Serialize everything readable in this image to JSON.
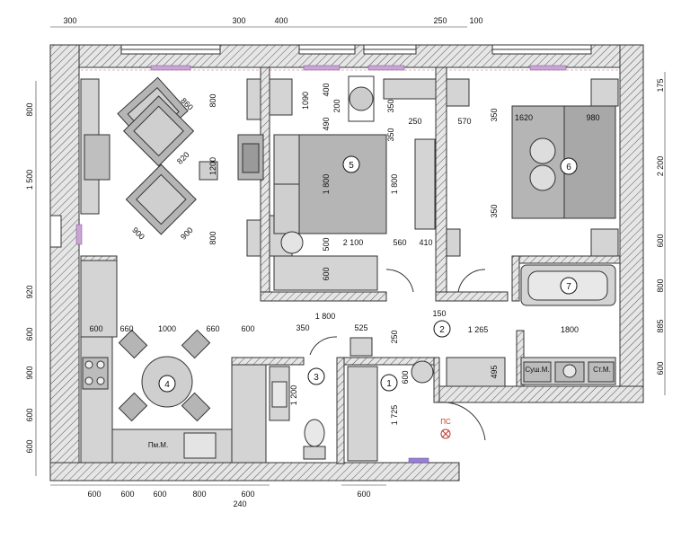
{
  "rooms": [
    {
      "id": "1",
      "label": "1"
    },
    {
      "id": "2",
      "label": "2"
    },
    {
      "id": "3",
      "label": "3"
    },
    {
      "id": "4",
      "label": "4"
    },
    {
      "id": "5",
      "label": "5"
    },
    {
      "id": "6",
      "label": "6"
    },
    {
      "id": "7",
      "label": "7"
    }
  ],
  "top_dims": [
    "300",
    "300",
    "400",
    "250",
    "100"
  ],
  "bottom_dims": [
    "600",
    "600",
    "600",
    "800",
    "600",
    "240",
    "600"
  ],
  "left_dims": [
    "800",
    "1 500",
    "920",
    "600",
    "900",
    "600",
    "600"
  ],
  "right_dims": [
    "175",
    "2 200",
    "600",
    "800",
    "885",
    "600"
  ],
  "living": {
    "d800a": "800",
    "d860": "860",
    "d820": "820",
    "d1200": "1200",
    "d900a": "900",
    "d900b": "900",
    "d800b": "800"
  },
  "bedroom": {
    "d1090": "1090",
    "d400": "400",
    "d200": "200",
    "d490": "490",
    "d1800v": "1 800",
    "d500": "500",
    "d600": "600",
    "d2100": "2 100",
    "d1800h": "1 800",
    "d350a": "350",
    "d350b": "350",
    "d250": "250",
    "d1800r": "1 800",
    "d560": "560",
    "d410": "410"
  },
  "room6": {
    "d570": "570",
    "d350a": "350",
    "d1620": "1620",
    "d980": "980",
    "d350b": "350"
  },
  "hall": {
    "d150": "150",
    "d1265": "1 265",
    "d1800": "1800",
    "d495": "495",
    "d525": "525",
    "d250": "250",
    "d350": "350",
    "d600": "600",
    "d1725": "1 725",
    "d1200": "1 200"
  },
  "kitchen": {
    "d600a": "600",
    "d660a": "660",
    "d1000": "1000",
    "d660b": "660",
    "d600b": "600"
  },
  "appliances": {
    "dishwasher": "Пм.М.",
    "dryer": "Суш.М.",
    "washer": "Ст.М."
  },
  "riser": "ПС"
}
